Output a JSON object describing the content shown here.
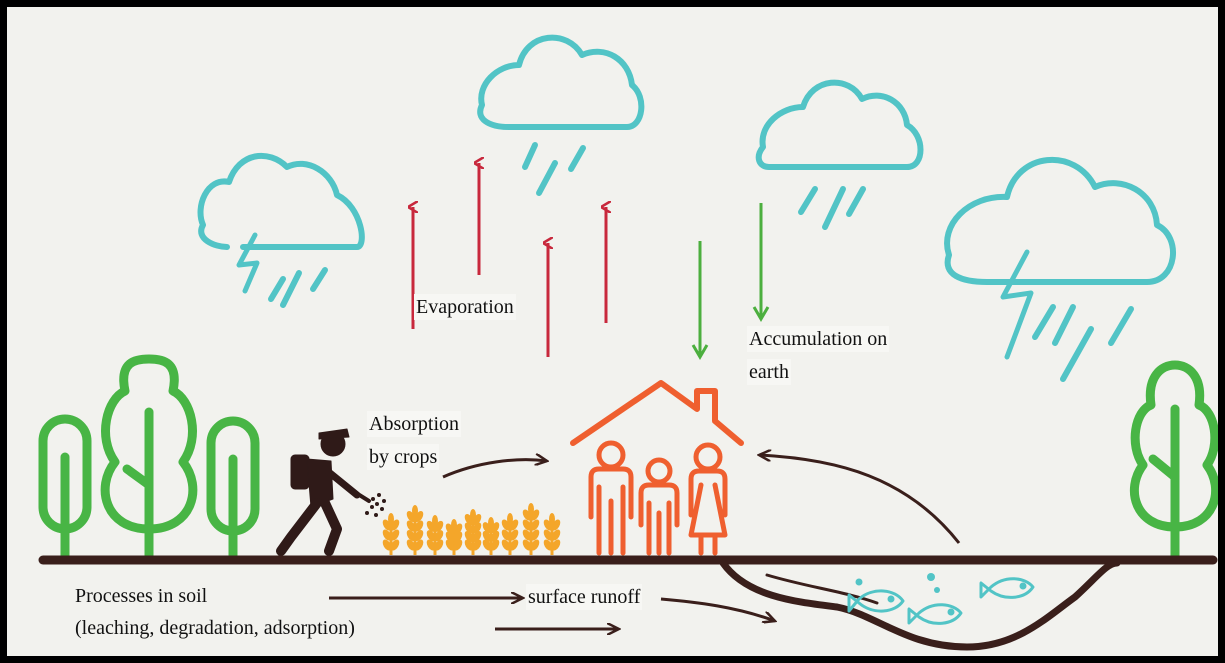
{
  "labels": {
    "evaporation": "Evaporation",
    "accumulation_line1": "Accumulation on",
    "accumulation_line2": "earth",
    "absorption_line1": "Absorption",
    "absorption_line2": "by crops",
    "processes_line1": "Processes in soil",
    "processes_line2": "(leaching, degradation, adsorption)",
    "surface_runoff": "surface runoff"
  },
  "colors": {
    "cloud": "#52c4c6",
    "rain": "#52c4c6",
    "evaporation_arrow": "#c8283c",
    "accumulation_arrow": "#4caf3e",
    "tree": "#48b545",
    "house_people": "#ef5f2f",
    "crops": "#f4a62a",
    "ground": "#3a1f1b",
    "fish": "#52c4c6"
  },
  "icons": [
    "cloud-icon",
    "rain-icon",
    "lightning-icon",
    "tree-icon",
    "farmer-icon",
    "crop-icon",
    "house-icon",
    "family-icon",
    "fish-icon",
    "arrow-icon"
  ]
}
